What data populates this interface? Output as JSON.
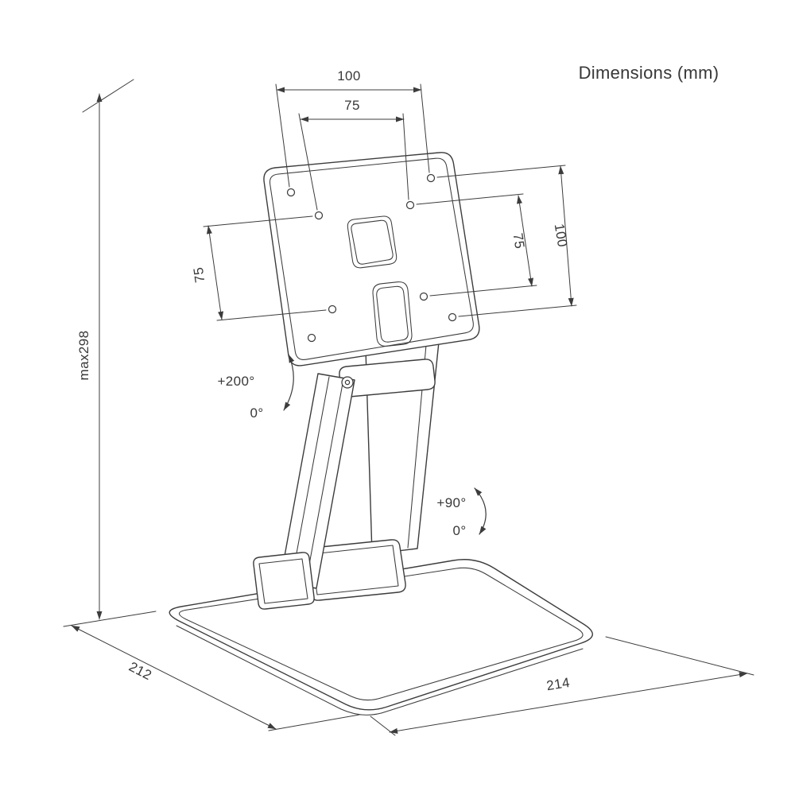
{
  "title": "Dimensions (mm)",
  "colors": {
    "line": "#3c3c3c",
    "text": "#383838",
    "background": "#ffffff"
  },
  "vesa": {
    "width_outer": "100",
    "width_inner": "75",
    "left_inner": "75",
    "right_inner": "75",
    "right_outer": "100"
  },
  "stand": {
    "max_height": "max298",
    "base_depth": "212",
    "base_width": "214"
  },
  "rotation": {
    "tilt_max": "+200°",
    "tilt_zero": "0°",
    "fold_max": "+90°",
    "fold_zero": "0°"
  }
}
